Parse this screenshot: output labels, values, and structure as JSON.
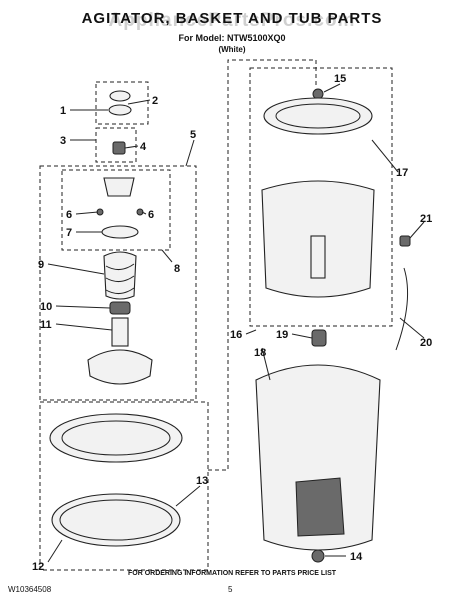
{
  "title": "AGITATOR, BASKET AND TUB PARTS",
  "model_line": "For Model: NTW5100XQ0",
  "color_line": "(White)",
  "watermark": "AppliancePartsPros.com",
  "doc_number": "W10364508",
  "page_number": "5",
  "ordering_note": "FOR ORDERING INFORMATION REFER TO PARTS PRICE LIST",
  "callouts": [
    "1",
    "2",
    "3",
    "4",
    "5",
    "6",
    "6",
    "7",
    "8",
    "9",
    "10",
    "11",
    "12",
    "13",
    "14",
    "15",
    "16",
    "17",
    "18",
    "19",
    "20",
    "21"
  ]
}
